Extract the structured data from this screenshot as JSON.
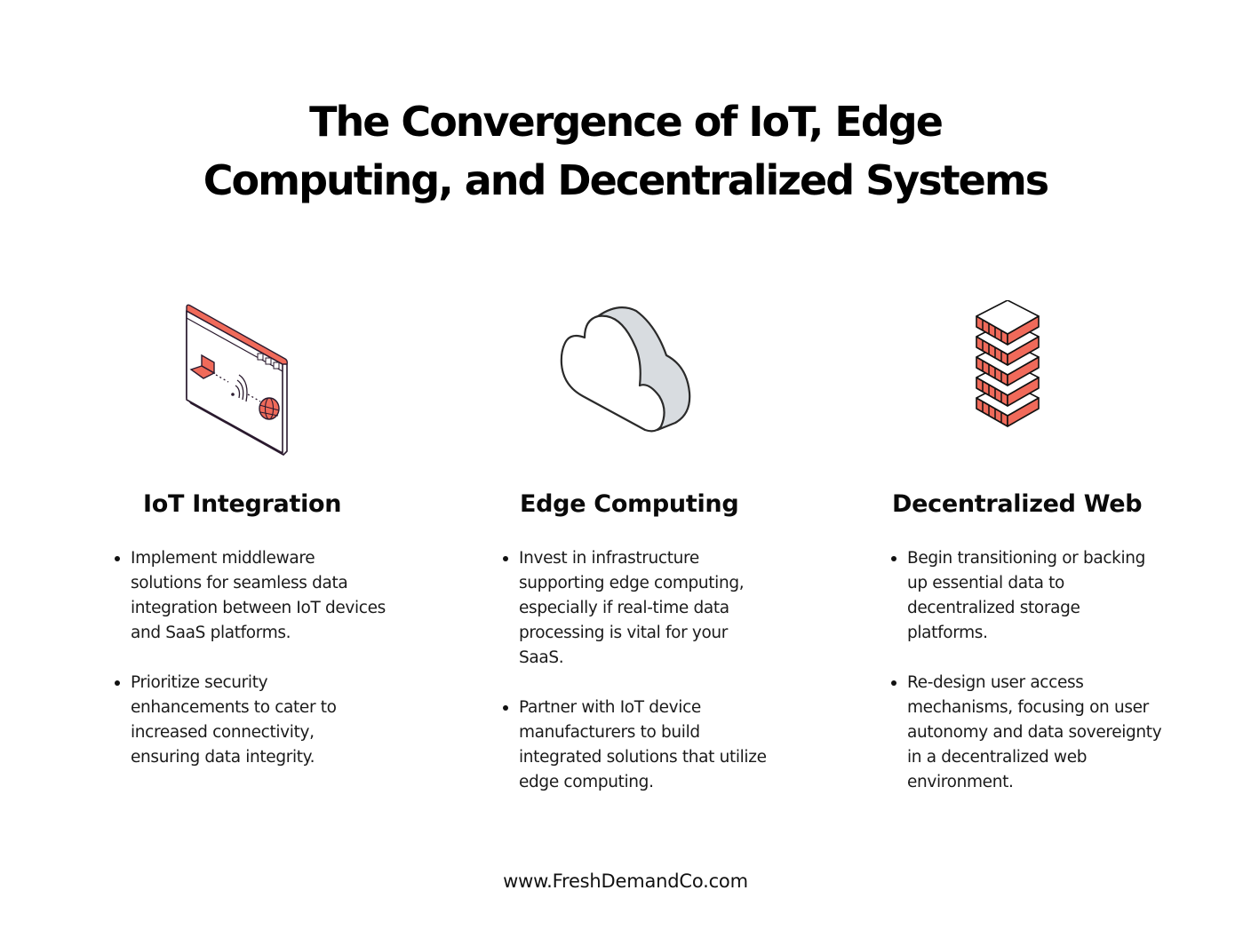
{
  "title": {
    "line1": "The Convergence of IoT, Edge",
    "line2": "Computing, and Decentralized Systems"
  },
  "colors": {
    "accent": "#f06a5a",
    "outline": "#2a1a2e",
    "cloud_side": "#d8dce0",
    "text": "#111111",
    "background": "#ffffff"
  },
  "columns": [
    {
      "icon": "browser-window-iot-icon",
      "heading": "IoT Integration",
      "bullets": [
        "Implement middleware solutions for seamless data integration between IoT devices and SaaS platforms.",
        "Prioritize security enhancements to cater to increased connectivity, ensuring data integrity."
      ]
    },
    {
      "icon": "cloud-icon",
      "heading": "Edge Computing",
      "bullets": [
        "Invest in infrastructure supporting edge computing, especially if real-time data processing is vital for your SaaS.",
        "Partner with IoT device manufacturers to build integrated solutions that utilize edge computing."
      ]
    },
    {
      "icon": "stacked-blocks-icon",
      "heading": "Decentralized Web",
      "bullets": [
        "Begin transitioning or backing up essential data to decentralized storage platforms.",
        "Re-design user access mechanisms, focusing on user autonomy and data sovereignty in a decentralized web environment."
      ]
    }
  ],
  "footer": {
    "url": "www.FreshDemandCo.com"
  }
}
